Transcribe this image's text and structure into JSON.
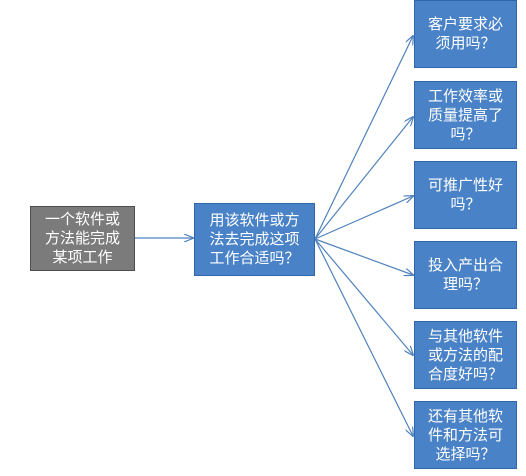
{
  "nodes": {
    "root": {
      "label": "一个软件或\n方法能完成\n某项工作"
    },
    "middle": {
      "label": "用该软件或方\n法去完成这项\n工作合适吗？"
    },
    "questions": [
      {
        "label": "客户要求必\n须用吗？"
      },
      {
        "label": "工作效率或\n质量提高了\n吗？"
      },
      {
        "label": "可推广性好\n吗？"
      },
      {
        "label": "投入产出合\n理吗？"
      },
      {
        "label": "与其他软件\n或方法的配\n合度好吗？"
      },
      {
        "label": "还有其他软\n件和方法可\n选择吗？"
      }
    ]
  },
  "colors": {
    "root_fill": "#7b7b7b",
    "box_fill": "#4a82c7",
    "connector": "#4f81bd"
  }
}
